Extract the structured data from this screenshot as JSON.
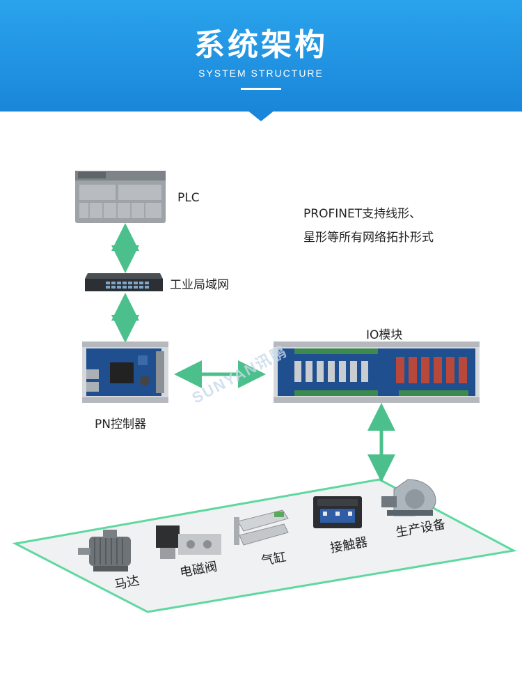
{
  "header": {
    "title": "系统架构",
    "subtitle": "SYSTEM STRUCTURE",
    "bg_color": "#1a86d9"
  },
  "nodes": {
    "plc": "PLC",
    "switch": "工业局域网",
    "pn_controller": "PN控制器",
    "io_module": "IO模块"
  },
  "note": {
    "line1": "PROFINET支持线形、",
    "line2": "星形等所有网络拓扑形式"
  },
  "watermark": "SUNYAN讯鹏",
  "products": [
    {
      "label": "马达",
      "icon": "motor-icon"
    },
    {
      "label": "电磁阀",
      "icon": "solenoid-valve-icon"
    },
    {
      "label": "气缸",
      "icon": "air-cylinder-icon"
    },
    {
      "label": "接触器",
      "icon": "contactor-icon"
    },
    {
      "label": "生产设备",
      "icon": "production-fan-icon"
    }
  ],
  "colors": {
    "arrow": "#4cc08c",
    "floor_border": "#5fd8a0",
    "floor_fill": "#f0f1f2"
  }
}
